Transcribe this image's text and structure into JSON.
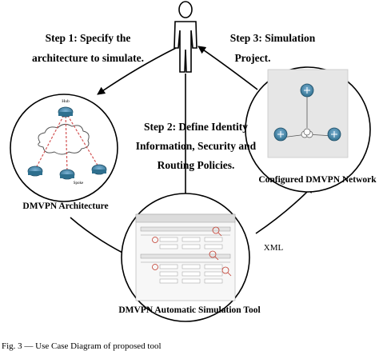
{
  "diagram": {
    "step1_line1": "Step 1: Specify the",
    "step1_line2": "architecture to simulate.",
    "step2_line1": "Step 2: Define Identity",
    "step2_line2": "Information, Security and",
    "step2_line3": "Routing Policies.",
    "step3_line1": "Step 3: Simulation",
    "step3_line2": "Project.",
    "left_circle_label": "DMVPN Architecture",
    "right_circle_label": "Configured DMVPN Network",
    "bottom_circle_label": "DMVPN Automatic Simulation Tool",
    "xml_label": "XML",
    "hub_label": "Hub",
    "spoke_label": "Spoke",
    "caption": "Fig. 3 — Use Case Diagram of proposed tool"
  }
}
